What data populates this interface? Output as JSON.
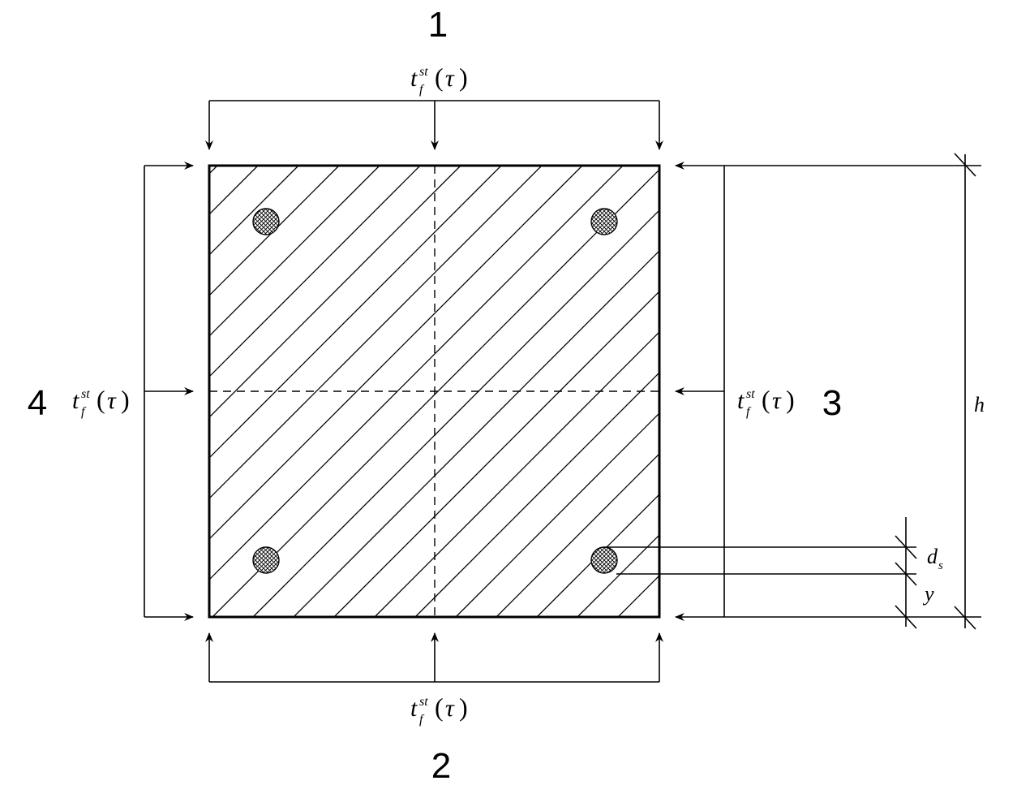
{
  "sides": {
    "top": "1",
    "bottom": "2",
    "right": "3",
    "left": "4"
  },
  "heat_flux_label": {
    "base": "t",
    "superscript": "st",
    "subscript": "f",
    "argument": "τ"
  },
  "dimensions": {
    "height": "h",
    "bar_diameter": "d",
    "bar_diameter_subscript": "s",
    "bar_offset": "y"
  }
}
